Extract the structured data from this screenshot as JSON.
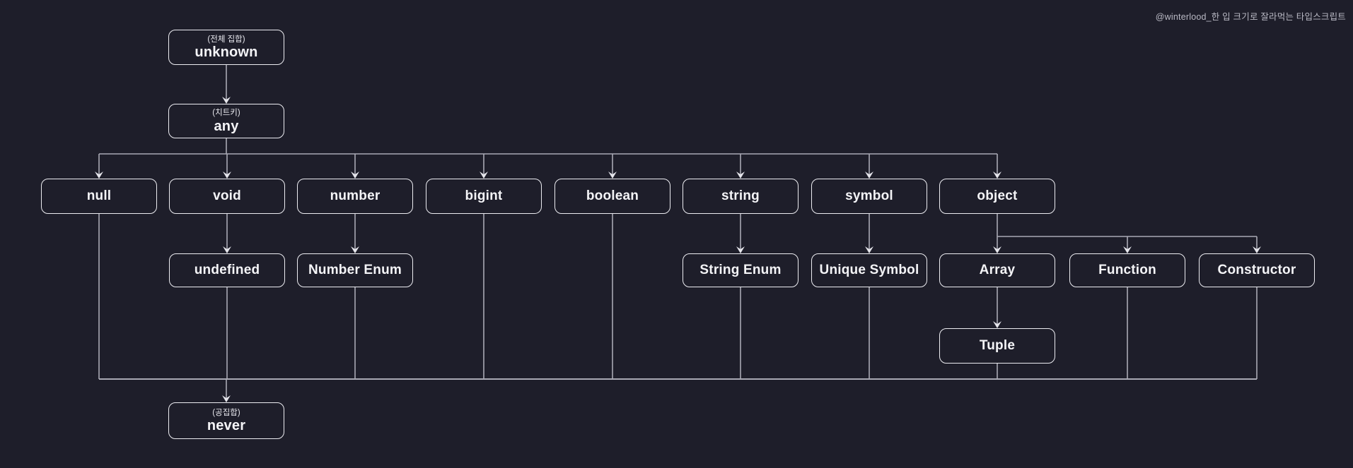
{
  "watermark": "@winterlood_한 입 크기로 잘라먹는 타입스크립트",
  "colors": {
    "background": "#1e1e2a",
    "box_border": "#ededf2",
    "box_text": "#f4f4f7",
    "connector_line": "#a9a9b4",
    "arrowhead": "#e6e6ec",
    "watermark_text": "#b9b9c4"
  },
  "nodes": [
    {
      "id": "unknown",
      "label": "unknown",
      "sublabel": "(전체 집합)"
    },
    {
      "id": "any",
      "label": "any",
      "sublabel": "(치트키)"
    },
    {
      "id": "null",
      "label": "null"
    },
    {
      "id": "void",
      "label": "void"
    },
    {
      "id": "number",
      "label": "number"
    },
    {
      "id": "bigint",
      "label": "bigint"
    },
    {
      "id": "boolean",
      "label": "boolean"
    },
    {
      "id": "string",
      "label": "string"
    },
    {
      "id": "symbol",
      "label": "symbol"
    },
    {
      "id": "object",
      "label": "object"
    },
    {
      "id": "undefined",
      "label": "undefined"
    },
    {
      "id": "number-enum",
      "label": "Number Enum"
    },
    {
      "id": "string-enum",
      "label": "String Enum"
    },
    {
      "id": "unique-symbol",
      "label": "Unique Symbol"
    },
    {
      "id": "array",
      "label": "Array"
    },
    {
      "id": "function",
      "label": "Function"
    },
    {
      "id": "constructor",
      "label": "Constructor"
    },
    {
      "id": "tuple",
      "label": "Tuple"
    },
    {
      "id": "never",
      "label": "never",
      "sublabel": "(공집합)"
    }
  ],
  "edges": {
    "arrows": [
      {
        "from": "unknown",
        "to": "any"
      },
      {
        "from": "void",
        "to": "undefined"
      },
      {
        "from": "number",
        "to": "number-enum"
      },
      {
        "from": "string",
        "to": "string-enum"
      },
      {
        "from": "symbol",
        "to": "unique-symbol"
      },
      {
        "from": "array",
        "to": "tuple"
      }
    ],
    "fanouts": [
      {
        "from": "any",
        "to": [
          "null",
          "void",
          "number",
          "bigint",
          "boolean",
          "string",
          "symbol",
          "object"
        ]
      },
      {
        "from": "object",
        "to": [
          "array",
          "function",
          "constructor"
        ]
      }
    ],
    "merge": {
      "from": [
        "null",
        "undefined",
        "number-enum",
        "bigint",
        "boolean",
        "string-enum",
        "unique-symbol",
        "tuple",
        "function",
        "constructor"
      ],
      "to": "never"
    }
  }
}
